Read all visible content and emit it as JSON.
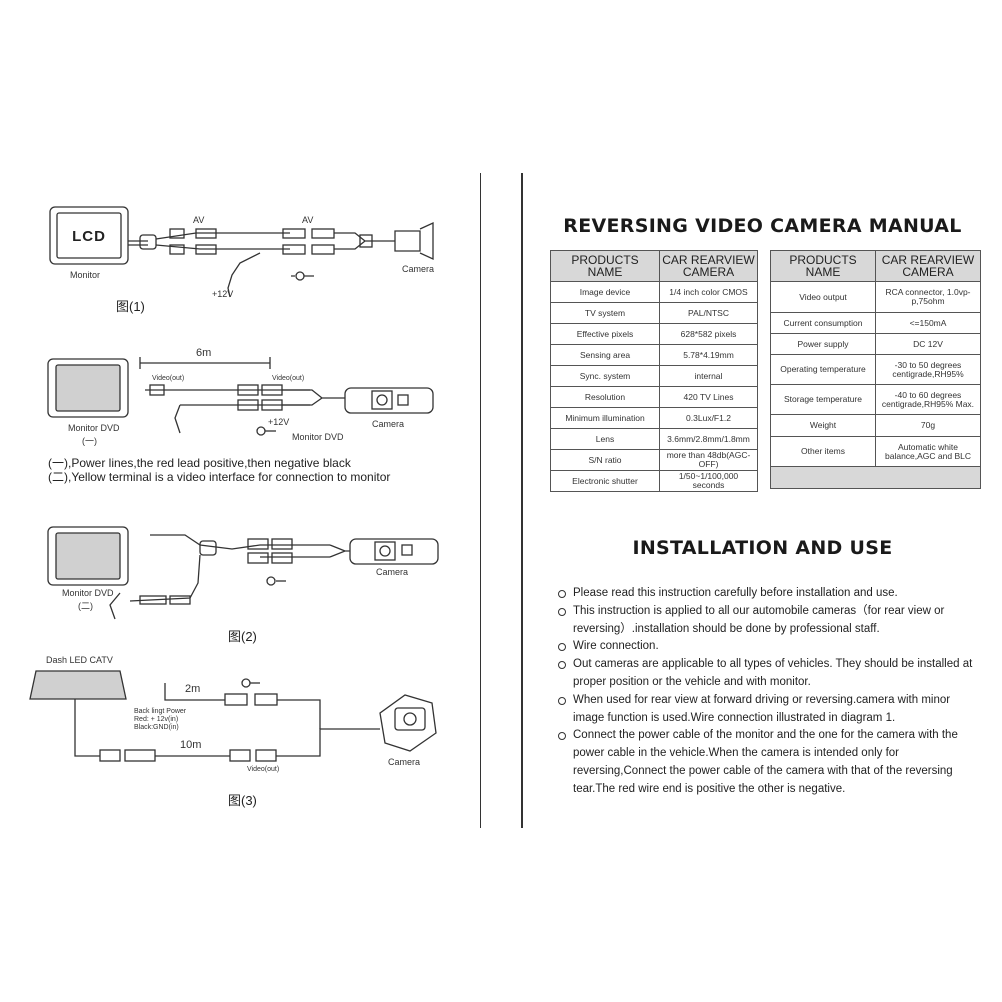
{
  "nav": {
    "prev_icon": "chevron-left",
    "next_icon": "chevron-right"
  },
  "left": {
    "fig1": {
      "lcd": "LCD",
      "monitor": "Monitor",
      "av1": "AV",
      "av2": "AV",
      "power": "+12V",
      "camera": "Camera",
      "caption": "图(1)"
    },
    "fig_mid": {
      "length": "6m",
      "video_out1": "Video(out)",
      "video_out2": "Video(out)",
      "monitor_dvd": "Monitor DVD",
      "monitor_dvd_num": "(一)",
      "power": "+12V",
      "monitor_dvd2": "Monitor DVD",
      "camera": "Camera"
    },
    "notes": [
      "(一),Power lines,the red lead positive,then negative black",
      "(二),Yellow terminal is a video interface for connection to monitor"
    ],
    "fig2": {
      "monitor_dvd": "Monitor DVD",
      "monitor_dvd_num": "(二)",
      "camera": "Camera",
      "caption": "图(2)"
    },
    "fig3": {
      "dash": "Dash LED CATV",
      "len1": "2m",
      "back_light": "Back lingt Power",
      "red": "Red: + 12v(in)",
      "black": "Black:GND(in)",
      "len2": "10m",
      "video_out": "Video(out)",
      "camera": "Camera",
      "caption": "图(3)"
    }
  },
  "right": {
    "spec_title": "REVERSING VIDEO CAMERA MANUAL",
    "table_header": {
      "col1": "PRODUCTS NAME",
      "col2": "CAR REARVIEW CAMERA"
    },
    "table_left": [
      {
        "name": "Image device",
        "value": "1/4 inch color CMOS"
      },
      {
        "name": "TV system",
        "value": "PAL/NTSC"
      },
      {
        "name": "Effective pixels",
        "value": "628*582 pixels"
      },
      {
        "name": "Sensing area",
        "value": "5.78*4.19mm"
      },
      {
        "name": "Sync. system",
        "value": "internal"
      },
      {
        "name": "Resolution",
        "value": "420 TV Lines"
      },
      {
        "name": "Minimum illumination",
        "value": "0.3Lux/F1.2"
      },
      {
        "name": "Lens",
        "value": "3.6mm/2.8mm/1.8mm"
      },
      {
        "name": "S/N ratio",
        "value": "more than 48db(AGC-OFF)"
      },
      {
        "name": "Electronic shutter",
        "value": "1/50~1/100,000 seconds"
      }
    ],
    "table_right": [
      {
        "name": "Video output",
        "value": "RCA connector, 1.0vp-p,75ohm"
      },
      {
        "name": "Current consumption",
        "value": "<=150mA"
      },
      {
        "name": "Power supply",
        "value": "DC 12V"
      },
      {
        "name": "Operating temperature",
        "value": "-30 to 50 degrees centigrade,RH95%"
      },
      {
        "name": "Storage temperature",
        "value": "-40 to 60 degrees centigrade,RH95% Max."
      },
      {
        "name": "Weight",
        "value": "70g"
      },
      {
        "name": "Other items",
        "value": "Automatic white balance,AGC and BLC"
      }
    ],
    "install_title": "INSTALLATION AND USE",
    "install_items": [
      "Please read this instruction carefully before installation and use.",
      "This instruction is applied to all our automobile cameras（for rear view or reversing）.installation should be done by professional staff.",
      "Wire connection.",
      "Out cameras are applicable to all types of vehicles. They should be installed at proper position or the vehicle and with monitor.",
      "When used for rear view at forward driving or reversing.camera with minor image function is used.Wire connection illustrated in diagram 1.",
      "Connect the power cable of the monitor and the one for the camera with the power cable in the vehicle.When the camera is intended only for reversing,Connect the power cable of the camera with that of the reversing tear.The red wire end is positive the other is negative."
    ]
  }
}
